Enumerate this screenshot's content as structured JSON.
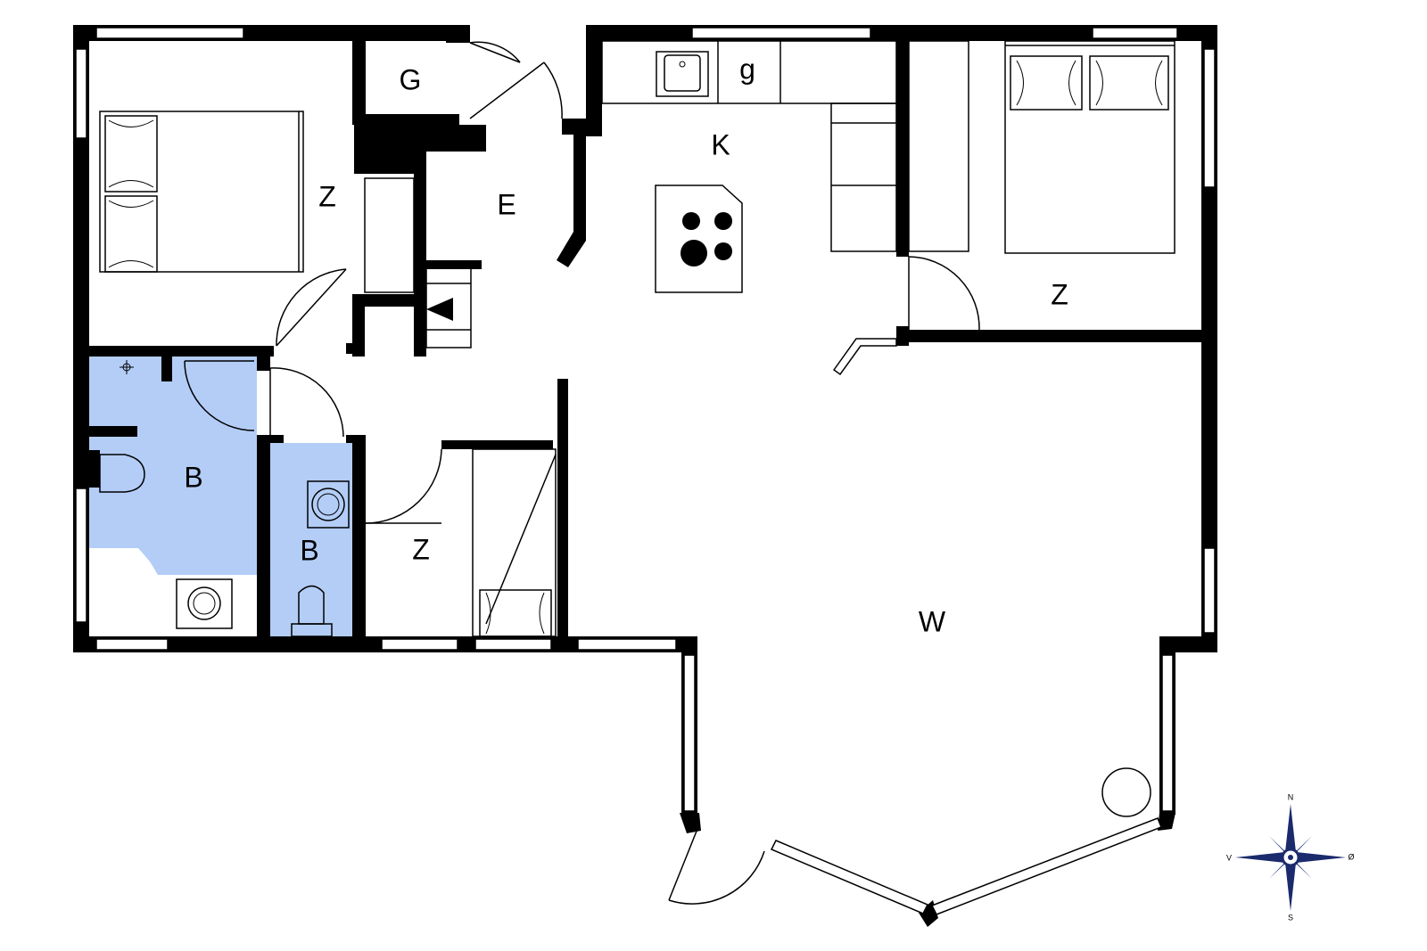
{
  "rooms": {
    "bedroom_nw": "Z",
    "storage_g": "G",
    "entrance": "E",
    "kitchen": "K",
    "kitchen_g": "g",
    "bedroom_ne": "Z",
    "bath_large": "B",
    "bath_small": "B",
    "bedroom_small": "Z",
    "living": "W"
  },
  "compass": {
    "n": "N",
    "s": "S",
    "e": "Ø",
    "w": "V"
  },
  "colors": {
    "bathroom": "#b3cdf7",
    "wall": "#000000",
    "compass_blue": "#1a2a6c"
  }
}
